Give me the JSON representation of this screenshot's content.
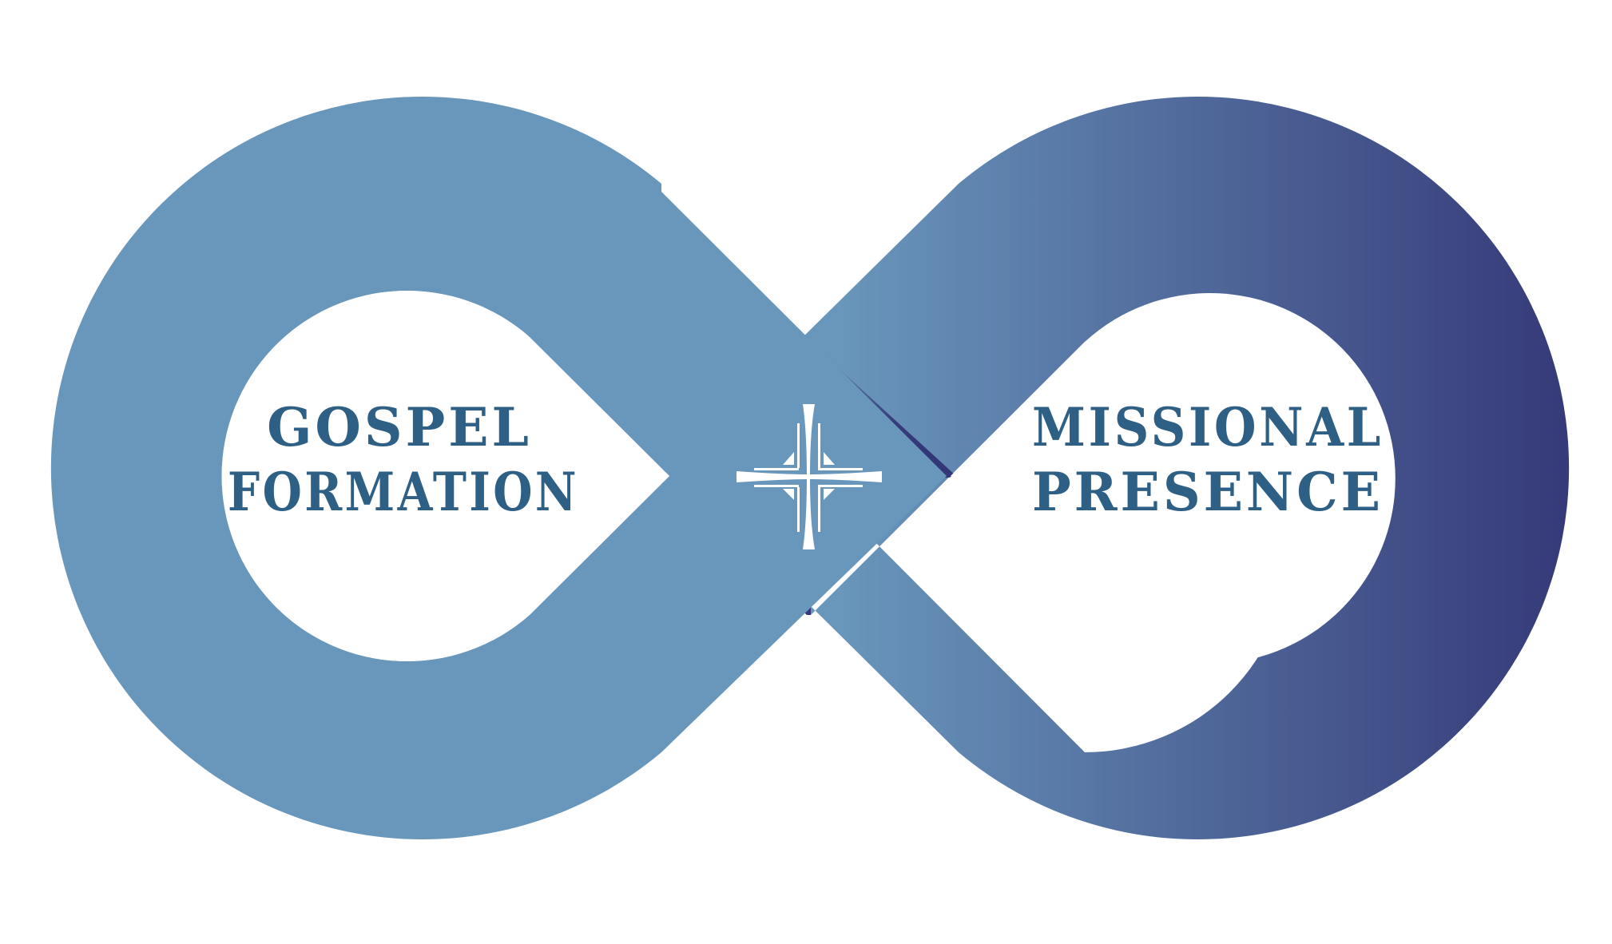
{
  "diagram": {
    "left_loop": {
      "line1": "GOSPEL",
      "line2": "FORMATION"
    },
    "right_loop": {
      "line1": "MISSIONAL",
      "line2": "PRESENCE"
    },
    "center_icon": "cross-icon"
  },
  "colors": {
    "light_blue": "#6996bb",
    "dark_navy": "#343777",
    "text": "#2e5f85",
    "cross": "#ffffff",
    "background": "#ffffff"
  }
}
